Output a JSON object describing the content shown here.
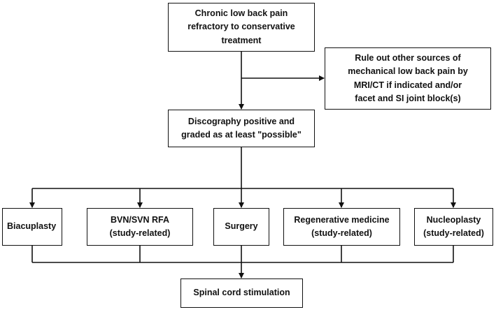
{
  "diagram": {
    "start": {
      "lines": [
        "Chronic low back pain",
        "refractory to conservative",
        "treatment"
      ]
    },
    "rule_out": {
      "lines": [
        "Rule out other sources of",
        "mechanical low back pain by",
        "MRI/CT  if indicated and/or",
        "facet and SI joint block(s)"
      ]
    },
    "discography": {
      "lines": [
        "Discography positive and",
        "graded as at least \"possible\""
      ]
    },
    "options": [
      {
        "lines": [
          "Biacuplasty"
        ]
      },
      {
        "lines": [
          "BVN/SVN RFA",
          "(study-related)"
        ]
      },
      {
        "lines": [
          "Surgery"
        ]
      },
      {
        "lines": [
          "Regenerative medicine",
          "(study-related)"
        ]
      },
      {
        "lines": [
          "Nucleoplasty",
          "(study-related)"
        ]
      }
    ],
    "end": {
      "lines": [
        "Spinal cord stimulation"
      ]
    }
  }
}
